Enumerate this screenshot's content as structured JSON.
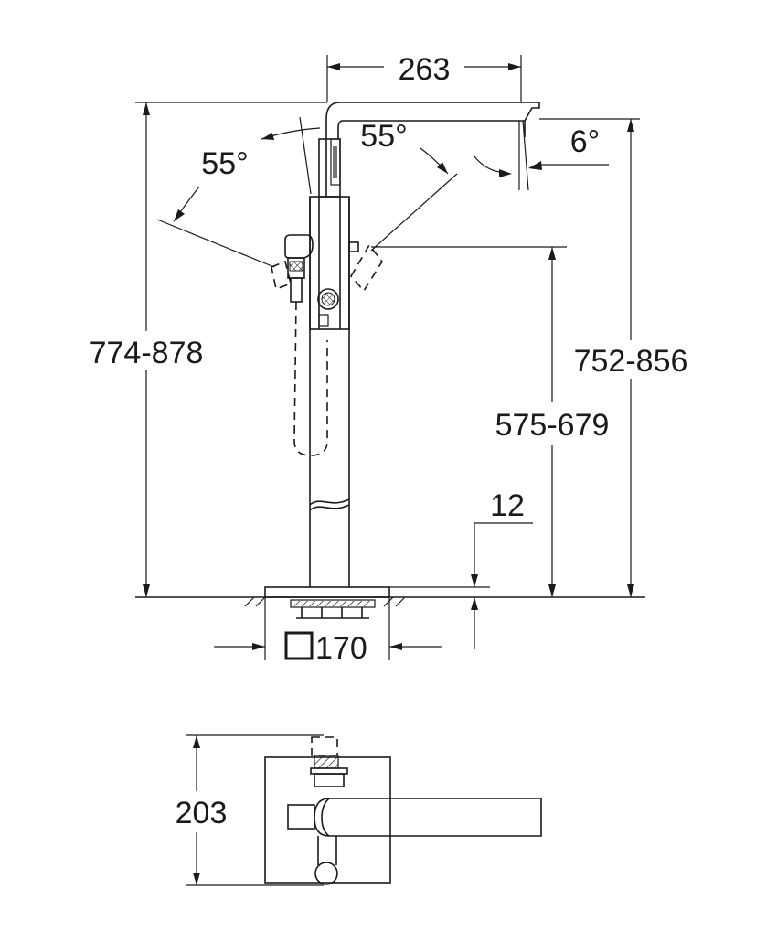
{
  "dimensions": {
    "spout_reach": "263",
    "handle_angle_right": "55°",
    "handle_angle_left": "55°",
    "spout_tilt": "6°",
    "total_height": "774-878",
    "spout_height": "752-856",
    "outlet_height": "575-679",
    "floor_offset": "12",
    "base_size": "170",
    "depth": "203"
  }
}
